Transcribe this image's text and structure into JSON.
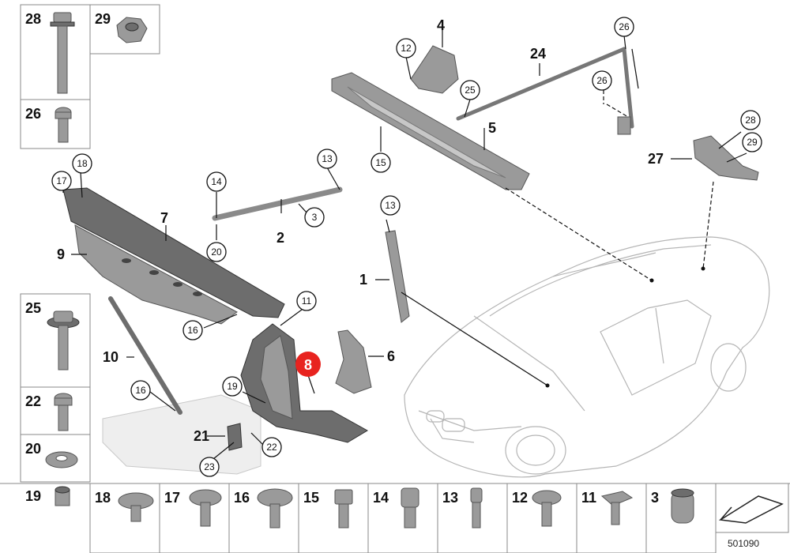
{
  "diagram": {
    "reference_number": "501090",
    "highlighted_part": "8",
    "callouts": {
      "p1": "1",
      "p2": "2",
      "p3": "3",
      "p4": "4",
      "p5": "5",
      "p6": "6",
      "p7": "7",
      "p8": "8",
      "p9": "9",
      "p10": "10",
      "c11": "11",
      "c12": "12",
      "c13a": "13",
      "c13b": "13",
      "c14": "14",
      "c15": "15",
      "c16a": "16",
      "c16b": "16",
      "c17": "17",
      "c18": "18",
      "c19": "19",
      "c20": "20",
      "c22": "22",
      "c23": "23",
      "c24": "24",
      "c25": "25",
      "c26a": "26",
      "c26b": "26",
      "c27": "27",
      "c28": "28",
      "c29": "29",
      "p21": "21"
    },
    "left_column": [
      "28",
      "29",
      "26",
      "25",
      "22",
      "20",
      "19"
    ],
    "bottom_row": [
      "18",
      "17",
      "16",
      "15",
      "14",
      "13",
      "12",
      "11",
      "3"
    ],
    "colors": {
      "highlight": "#e8231f",
      "part": "#9a9a9a",
      "ghost": "#eeeeee"
    }
  }
}
